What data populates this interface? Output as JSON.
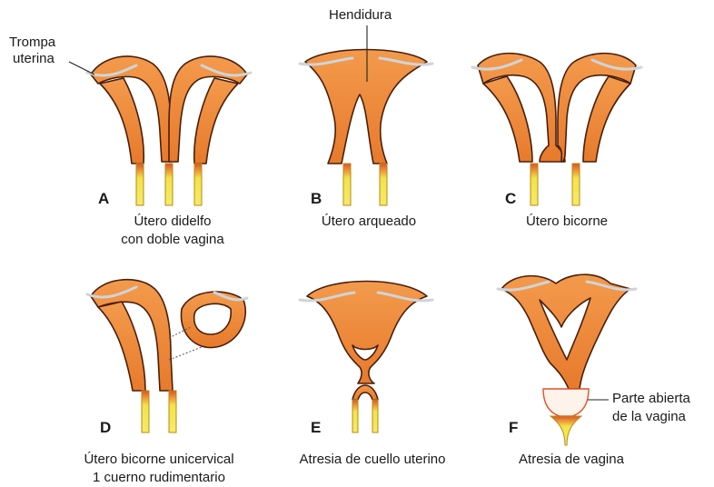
{
  "annotations": {
    "trompa_line1": "Trompa",
    "trompa_line2": "uterina",
    "hendidura": "Hendidura",
    "parte_abierta_line1": "Parte abierta",
    "parte_abierta_line2": "de la vagina"
  },
  "panels": [
    {
      "letter": "A",
      "caption_line1": "Útero didelfo",
      "caption_line2": "con doble vagina"
    },
    {
      "letter": "B",
      "caption_line1": "Útero arqueado",
      "caption_line2": ""
    },
    {
      "letter": "C",
      "caption_line1": "Útero bicorne",
      "caption_line2": ""
    },
    {
      "letter": "D",
      "caption_line1": "Útero bicorne unicervical",
      "caption_line2": "1 cuerno rudimentario"
    },
    {
      "letter": "E",
      "caption_line1": "Atresia de cuello uterino",
      "caption_line2": ""
    },
    {
      "letter": "F",
      "caption_line1": "Atresia de vagina",
      "caption_line2": ""
    }
  ],
  "colors": {
    "tissue": "#ef8a3a",
    "tissue_edge": "#4a1f0c",
    "tube": "#dfe3e6",
    "vagina": "#f2e34a",
    "vagina_edge": "#b98a14"
  }
}
